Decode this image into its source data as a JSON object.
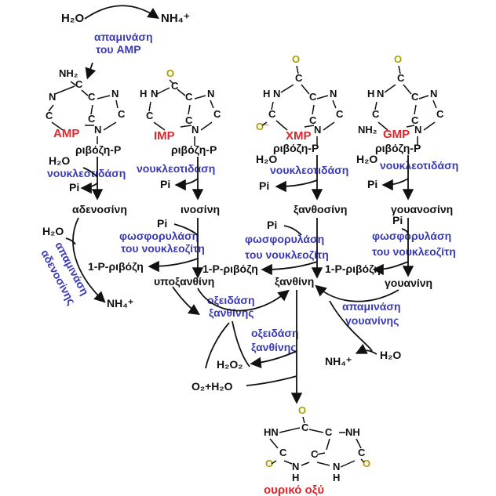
{
  "colors": {
    "enzyme": "#3a3ab8",
    "compound": "#e0262b",
    "text": "#111111",
    "oxygen": "#d8d000"
  },
  "top": {
    "h2o": "H₂O",
    "nh4": "NH₄⁺",
    "enzyme_l1": "απαμινάση",
    "enzyme_l2": "του AMP"
  },
  "nucleotides": {
    "amp": {
      "name": "AMP",
      "substituent": "NH₂",
      "sugar": "ριβόζη-P"
    },
    "imp": {
      "name": "IMP",
      "sugar": "ριβόζη-P"
    },
    "xmp": {
      "name": "XMP",
      "sugar": "ριβόζη-P"
    },
    "gmp": {
      "name": "GMP",
      "substituent": "NH₂",
      "sugar": "ριβόζη-P"
    }
  },
  "ring_atoms": {
    "n": "N",
    "c": "C",
    "h": "H",
    "o": "O",
    "hn": "HN",
    "nh": "NH",
    "o_minus": "O⁻"
  },
  "row2": {
    "h2o_a": "H₂O",
    "h2o_x": "H₂O",
    "h2o_g": "H₂O",
    "nuc_l1": "νουκλεοτιδάση",
    "nuc_l2": "νουκλεοτιδάση",
    "nuc_l3": "νουκλεοτιδάση",
    "nuc_l4": "νουκλεοτιδάση",
    "pi_1": "Pi",
    "pi_2": "Pi",
    "pi_3": "Pi",
    "pi_4": "Pi"
  },
  "nucleosides": {
    "adenosine": "αδενοσίνη",
    "inosine": "ινοσίνη",
    "xanthosine": "ξανθοσίνη",
    "guanosine": "γουανοσίνη"
  },
  "phosphorylase": {
    "pi_left": "Pi",
    "pi_mid": "Pi",
    "pi_right": "Pi",
    "left_l1": "φωσφορυλάση",
    "left_l2": "του νουκλεοζίτη",
    "mid_l1": "φωσφορυλάση",
    "mid_l2": "του νουκλεοζίτη",
    "right_l1": "φωσφορυλάση",
    "right_l2": "του νουκλεοζίτη",
    "rib_left": "1-P-ριβόζη",
    "rib_mid": "1-P-ριβόζη",
    "rib_right": "1-P-ριβόζη"
  },
  "deaminase_adenosine": {
    "h2o": "H₂O",
    "l1": "απαμινάση",
    "l2": "αδενοσίνης",
    "nh4": "NH₄⁺"
  },
  "bases": {
    "hypoxanthine": "υποξανθίνη",
    "xanthine": "ξανθίνη",
    "guanine": "γουανίνη"
  },
  "xo1": {
    "l1": "οξειδάση",
    "l2": "ξανθίνης"
  },
  "guanine_deaminase": {
    "l1": "απαμινάση",
    "l2": "γουανίνης",
    "nh4": "NH₄⁺",
    "h2o": "H₂O"
  },
  "xo2": {
    "l1": "οξειδάση",
    "l2": "ξανθίνης",
    "h2o2": "H₂O₂",
    "o2h2o": "O₂+H₂O"
  },
  "product": {
    "name": "ουρικό οξύ"
  }
}
